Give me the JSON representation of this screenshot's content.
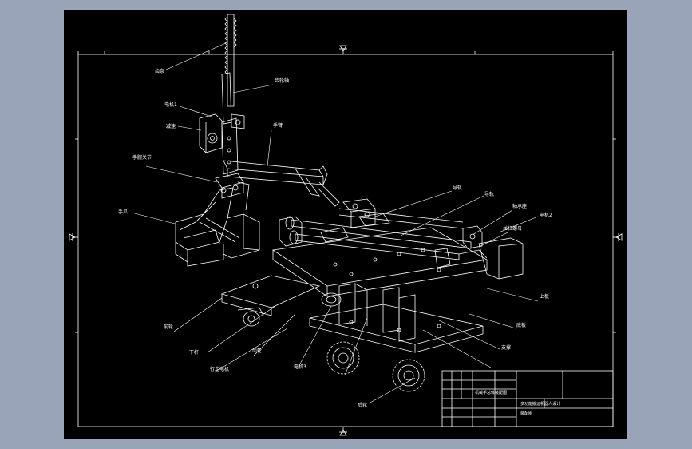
{
  "drawing": {
    "colors": {
      "background": "#000000",
      "line": "#ffffff",
      "frame_bg": "#9aa4b8"
    },
    "labels": [
      {
        "id": "rack",
        "text": "齿条"
      },
      {
        "id": "gear-shaft",
        "text": "齿轮轴"
      },
      {
        "id": "motor-1",
        "text": "电机1"
      },
      {
        "id": "reducer",
        "text": "减速"
      },
      {
        "id": "arm",
        "text": "手臂"
      },
      {
        "id": "wrist",
        "text": "手腕关节"
      },
      {
        "id": "claw",
        "text": "手爪"
      },
      {
        "id": "guide-1",
        "text": "导轨"
      },
      {
        "id": "guide-2",
        "text": "导轨"
      },
      {
        "id": "bearing-seat",
        "text": "轴承座"
      },
      {
        "id": "motor-2",
        "text": "电机2"
      },
      {
        "id": "lead-screw",
        "text": "丝杠螺母"
      },
      {
        "id": "top-plate",
        "text": "上板"
      },
      {
        "id": "bottom-plate",
        "text": "底板"
      },
      {
        "id": "support",
        "text": "支撑"
      },
      {
        "id": "wheel-front",
        "text": "前轮"
      },
      {
        "id": "lower-rod",
        "text": "下杆"
      },
      {
        "id": "servo",
        "text": "行走电机"
      },
      {
        "id": "motor-3",
        "text": "电机3"
      },
      {
        "id": "gear",
        "text": "齿轮"
      },
      {
        "id": "rear-wheel",
        "text": "后轮"
      }
    ],
    "title_block": {
      "drawing_title": "机械手总体装配图",
      "project": "多功能搬运机器人设计",
      "company": "装配图"
    }
  }
}
